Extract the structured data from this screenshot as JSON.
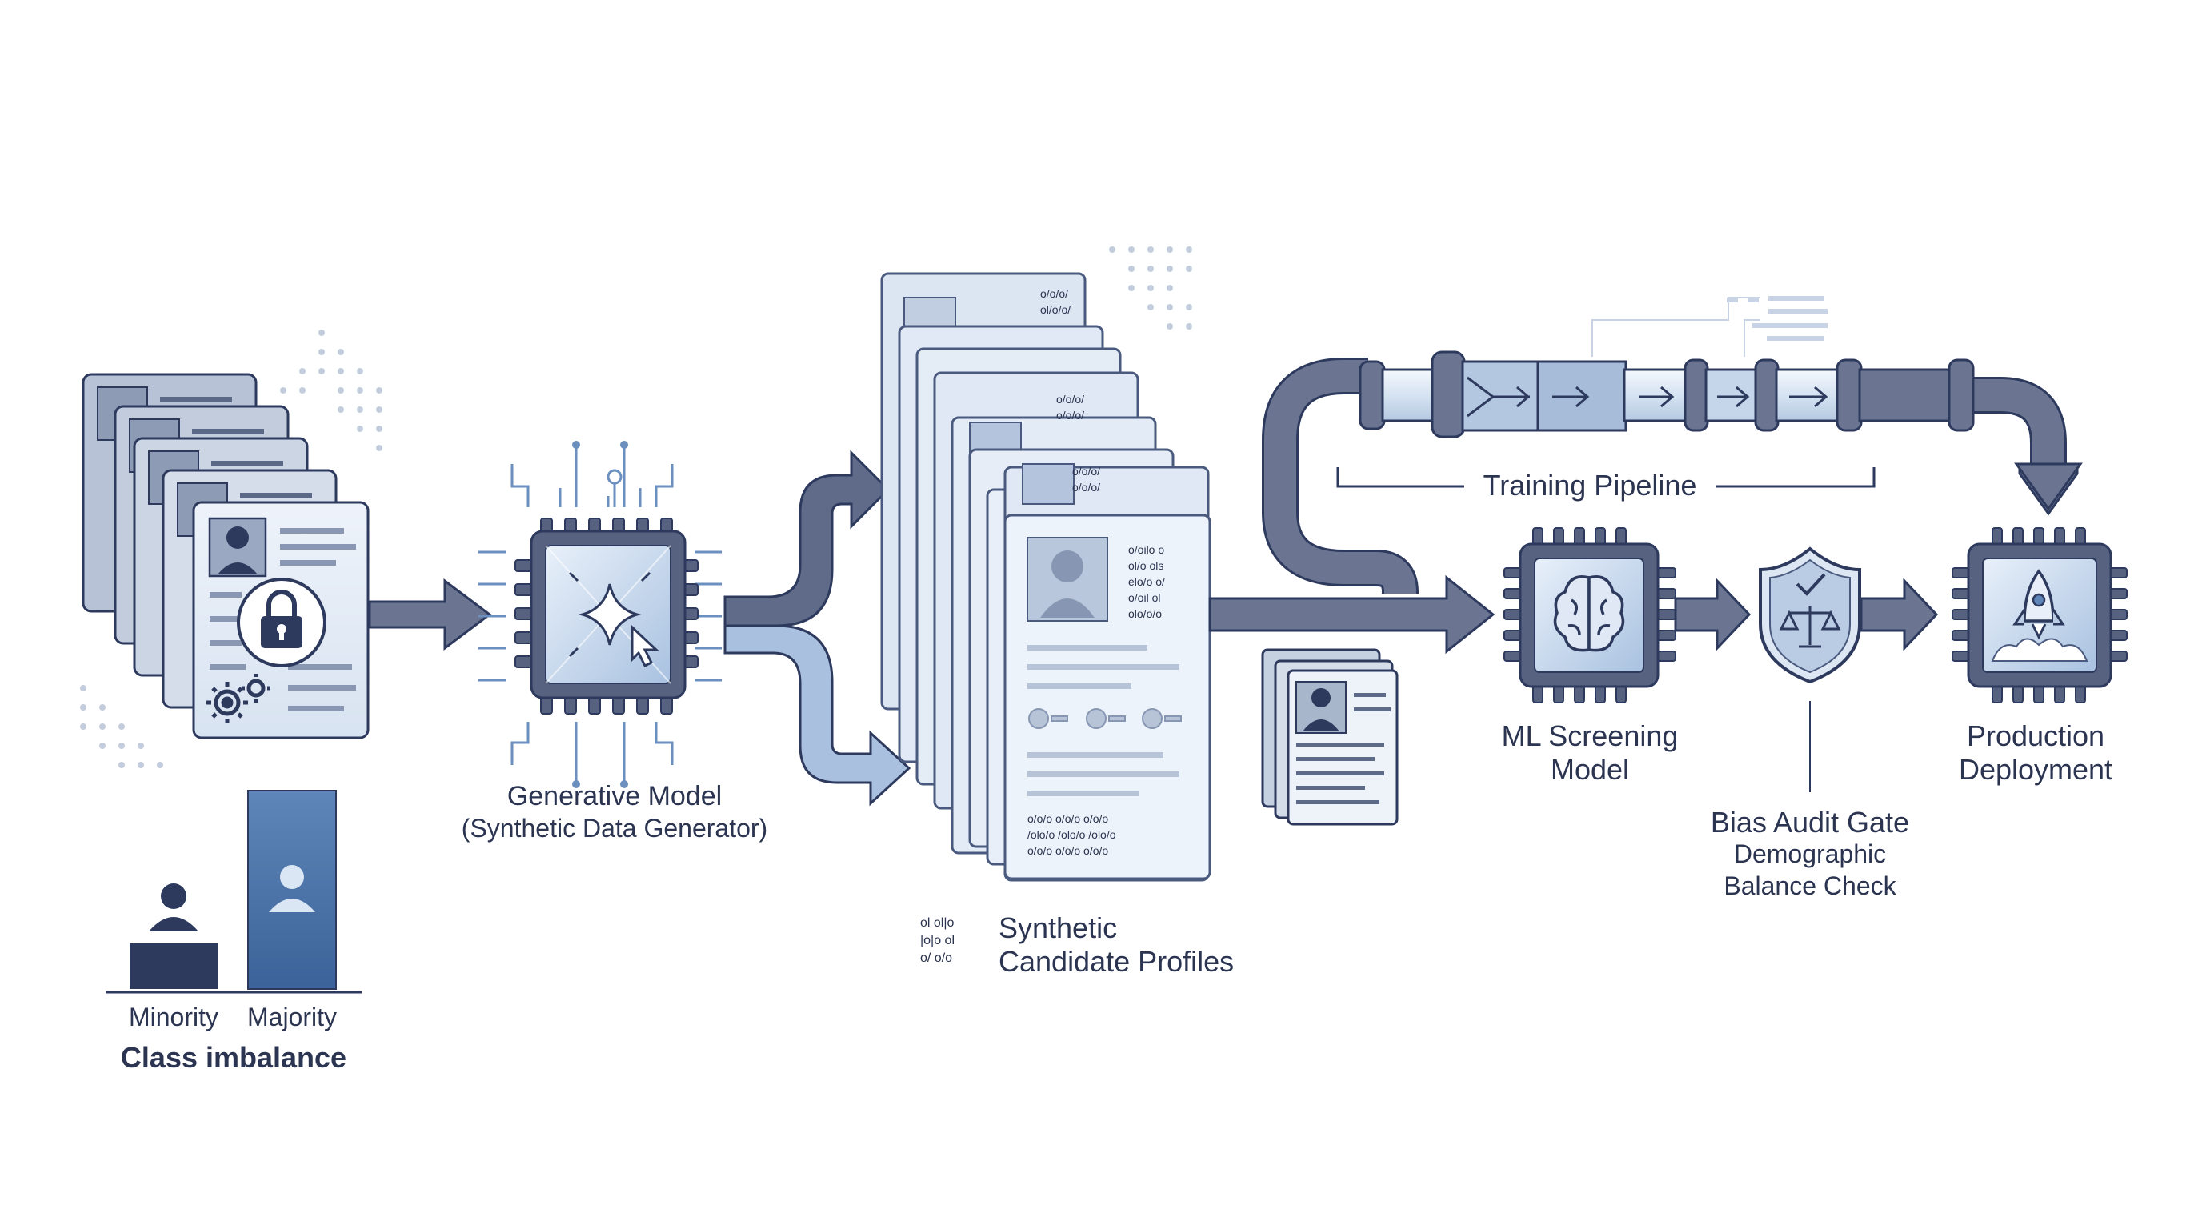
{
  "labels": {
    "minority": "Minority",
    "majority": "Majority",
    "class_imbalance": "Class imbalance",
    "gen_model_title": "Generative Model",
    "gen_model_subtitle": "(Synthetic Data Generator)",
    "synthetic_line1": "Synthetic",
    "synthetic_line2": "Candidate Profiles",
    "training_pipeline": "Training Pipeline",
    "ml_line1": "ML Screening",
    "ml_line2": "Model",
    "bias_title": "Bias Audit Gate",
    "bias_line1": "Demographic",
    "bias_line2": "Balance Check",
    "prod_line1": "Production",
    "prod_line2": "Deployment"
  },
  "imbalance": {
    "minority": 0.23,
    "majority": 1.0
  },
  "colors": {
    "navy": "#2d3a5e",
    "slate": "#56627f",
    "pipe": "#6b7592",
    "light_blue": "#c9d9ee",
    "pale_blue": "#e6eef8",
    "accent_blue": "#4a76ad"
  },
  "icons": [
    "lock-icon",
    "gear-icon",
    "sparkle-icon",
    "cursor-icon",
    "brain-icon",
    "shield-check-icon",
    "scales-icon",
    "rocket-icon",
    "person-icon",
    "binary-code-icon"
  ]
}
